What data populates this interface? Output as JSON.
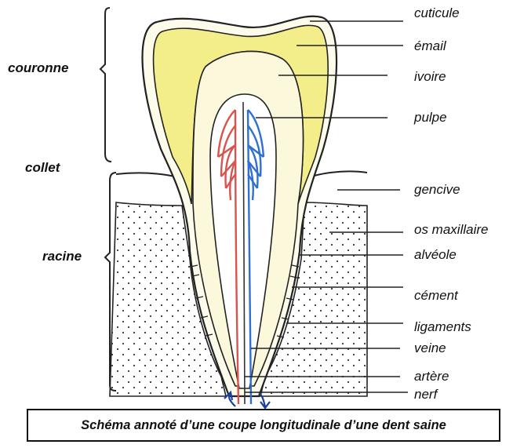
{
  "labels_left": {
    "couronne": "couronne",
    "collet": "collet",
    "racine": "racine"
  },
  "labels_right": [
    {
      "id": "cuticule",
      "text": "cuticule"
    },
    {
      "id": "email",
      "text": "émail"
    },
    {
      "id": "ivoire",
      "text": "ivoire"
    },
    {
      "id": "pulpe",
      "text": "pulpe"
    },
    {
      "id": "gencive",
      "text": "gencive"
    },
    {
      "id": "os-maxillaire",
      "text": "os maxillaire"
    },
    {
      "id": "alveole",
      "text": "alvéole"
    },
    {
      "id": "cement",
      "text": "cément"
    },
    {
      "id": "ligaments",
      "text": "ligaments"
    },
    {
      "id": "veine",
      "text": "veine"
    },
    {
      "id": "artere",
      "text": "artère"
    },
    {
      "id": "nerf",
      "text": "nerf"
    }
  ],
  "caption": "Schéma annoté d’une coupe longitudinale d’une dent saine",
  "colors": {
    "enamel": "#f3ee8a",
    "dentin": "#fbf8dc",
    "artery": "#d9534f",
    "vein": "#2f6fd6",
    "outline": "#222222"
  }
}
